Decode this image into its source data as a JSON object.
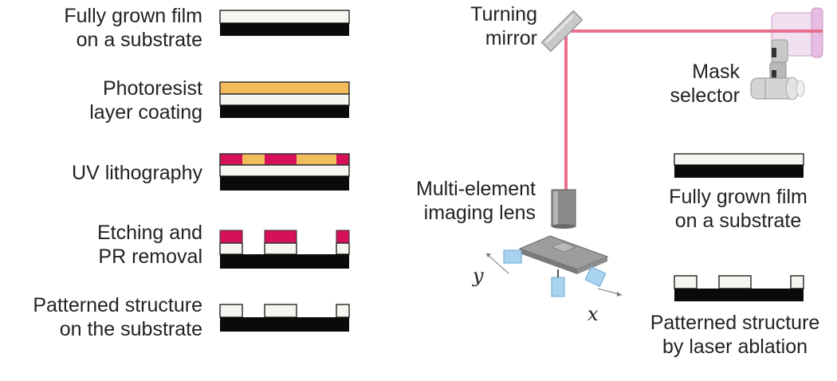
{
  "colors": {
    "substrate": "#0a0a0a",
    "film": "#f7f5f0",
    "photoresist": "#f1bc5a",
    "exposed_resist": "#d6115a",
    "laser_beam": "#e8708e",
    "mirror": "#c9c9c9",
    "lens": "#8a8a8a",
    "stage_plate": "#9d9d9d",
    "stage_motor": "#a9d3ef"
  },
  "left_steps": [
    {
      "id": "step-fully-grown-film",
      "line1": "Fully grown film",
      "line2": "on a substrate"
    },
    {
      "id": "step-photoresist-coating",
      "line1": "Photoresist",
      "line2": "layer coating"
    },
    {
      "id": "step-uv-lithography",
      "line1": "UV lithography",
      "line2": ""
    },
    {
      "id": "step-etching-pr-removal",
      "line1": "Etching and",
      "line2": "PR removal"
    },
    {
      "id": "step-patterned-structure",
      "line1": "Patterned structure",
      "line2": "on the substrate"
    }
  ],
  "right": {
    "turning_mirror": {
      "line1": "Turning",
      "line2": "mirror"
    },
    "mask_selector": {
      "line1": "Mask",
      "line2": "selector"
    },
    "imaging_lens": {
      "line1": "Multi-element",
      "line2": "imaging lens"
    },
    "film_label": {
      "line1": "Fully grown film",
      "line2": "on a substrate"
    },
    "ablation_label": {
      "line1": "Patterned structure",
      "line2": "by laser ablation"
    },
    "axis_y": "y",
    "axis_x": "x"
  }
}
